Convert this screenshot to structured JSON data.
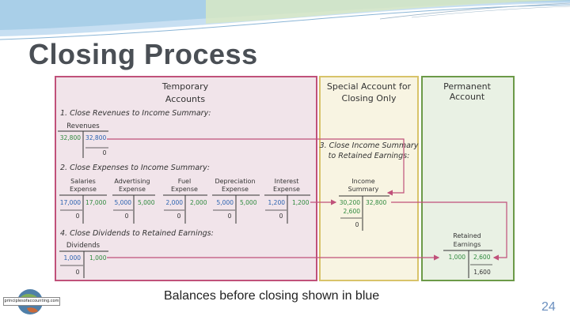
{
  "slide": {
    "title": "Closing Process",
    "caption": "Balances before closing shown in blue",
    "page_number": "24",
    "logo_text": "principlesofaccounting.com"
  },
  "headers": {
    "temporary": [
      "Temporary",
      "Accounts"
    ],
    "special": [
      "Special Account for",
      "Closing Only"
    ],
    "permanent": [
      "Permanent",
      "Account"
    ]
  },
  "steps": {
    "s1": "1. Close Revenues to Income Summary:",
    "s2": "2. Close Expenses to Income Summary:",
    "s3": [
      "3. Close Income Summary",
      "to Retained Earnings:"
    ],
    "s4": "4. Close Dividends to Retained Earnings:"
  },
  "accounts": {
    "revenues": {
      "name": "Revenues",
      "left": "32,800",
      "right": "32,800",
      "balance": "0"
    },
    "salaries": {
      "name": [
        "Salaries",
        "Expense"
      ],
      "left": "17,000",
      "right": "17,000",
      "balance": "0"
    },
    "advertising": {
      "name": [
        "Advertising",
        "Expense"
      ],
      "left": "5,000",
      "right": "5,000",
      "balance": "0"
    },
    "fuel": {
      "name": [
        "Fuel",
        "Expense"
      ],
      "left": "2,000",
      "right": "2,000",
      "balance": "0"
    },
    "depreciation": {
      "name": [
        "Depreciation",
        "Expense"
      ],
      "left": "5,000",
      "right": "5,000",
      "balance": "0"
    },
    "interest": {
      "name": [
        "Interest",
        "Expense"
      ],
      "left": "1,200",
      "right": "1,200",
      "balance": "0"
    },
    "income_summary": {
      "name": [
        "Income",
        "Summary"
      ],
      "left": "30,200",
      "right": "32,800",
      "left2": "2,600",
      "balance": "0"
    },
    "dividends": {
      "name": "Dividends",
      "left": "1,000",
      "right": "1,000",
      "balance": "0"
    },
    "retained_earnings": {
      "name": [
        "Retained",
        "Earnings"
      ],
      "left": "1,000",
      "right": "2,600",
      "balance": "1,600"
    }
  },
  "colors": {
    "temporary_bg": "#f1e4ea",
    "temporary_border": "#c0517a",
    "special_bg": "#f8f4e2",
    "special_border": "#d8c36a",
    "permanent_bg": "#e9f1e4",
    "permanent_border": "#6c9a48",
    "balance_blue": "#2a62b0",
    "closing_green": "#2f8a3e",
    "arrow_magenta": "#c0517a",
    "title_gray": "#4a4f55"
  }
}
